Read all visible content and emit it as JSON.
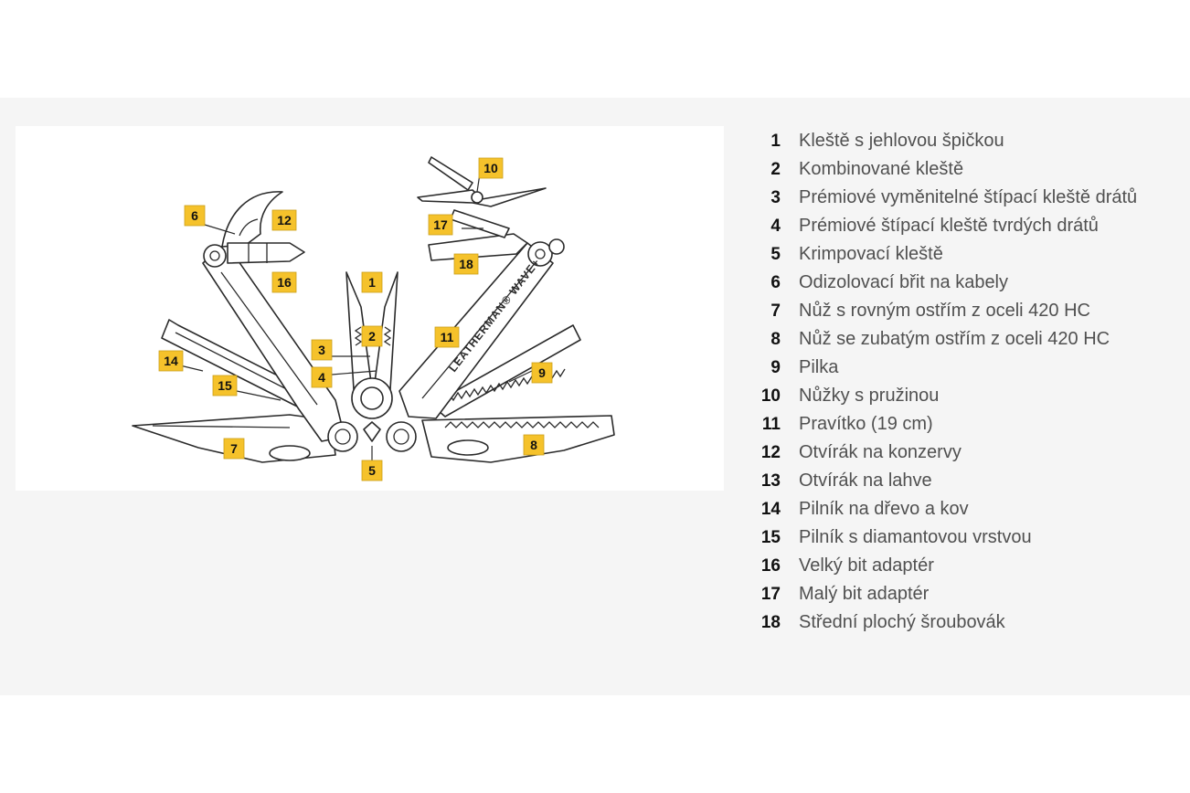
{
  "diagram": {
    "callouts": [
      {
        "n": "1"
      },
      {
        "n": "2"
      },
      {
        "n": "3"
      },
      {
        "n": "4"
      },
      {
        "n": "5"
      },
      {
        "n": "6"
      },
      {
        "n": "7"
      },
      {
        "n": "8"
      },
      {
        "n": "9"
      },
      {
        "n": "10"
      },
      {
        "n": "11"
      },
      {
        "n": "12"
      },
      {
        "n": "14"
      },
      {
        "n": "15"
      },
      {
        "n": "16"
      },
      {
        "n": "17"
      },
      {
        "n": "18"
      }
    ],
    "engraving": "LEATHERMAN® WAVE+",
    "colors": {
      "callout_fill": "#f5c22b",
      "band": "#f5f5f5",
      "text": "#505050"
    }
  },
  "legend": [
    {
      "num": "1",
      "label": "Kleště s jehlovou špičkou"
    },
    {
      "num": "2",
      "label": "Kombinované kleště"
    },
    {
      "num": "3",
      "label": "Prémiové vyměnitelné štípací kleště drátů"
    },
    {
      "num": "4",
      "label": "Prémiové štípací kleště tvrdých drátů"
    },
    {
      "num": "5",
      "label": "Krimpovací kleště"
    },
    {
      "num": "6",
      "label": "Odizolovací břit na kabely"
    },
    {
      "num": "7",
      "label": "Nůž s rovným ostřím z oceli 420 HC"
    },
    {
      "num": "8",
      "label": "Nůž se zubatým ostřím z oceli 420 HC"
    },
    {
      "num": "9",
      "label": "Pilka"
    },
    {
      "num": "10",
      "label": "Nůžky s pružinou"
    },
    {
      "num": "11",
      "label": "Pravítko (19 cm)"
    },
    {
      "num": "12",
      "label": "Otvírák na konzervy"
    },
    {
      "num": "13",
      "label": "Otvírák na lahve"
    },
    {
      "num": "14",
      "label": "Pilník na dřevo a kov"
    },
    {
      "num": "15",
      "label": "Pilník s diamantovou vrstvou"
    },
    {
      "num": "16",
      "label": "Velký bit adaptér"
    },
    {
      "num": "17",
      "label": "Malý bit adaptér"
    },
    {
      "num": "18",
      "label": "Střední plochý šroubovák"
    }
  ]
}
